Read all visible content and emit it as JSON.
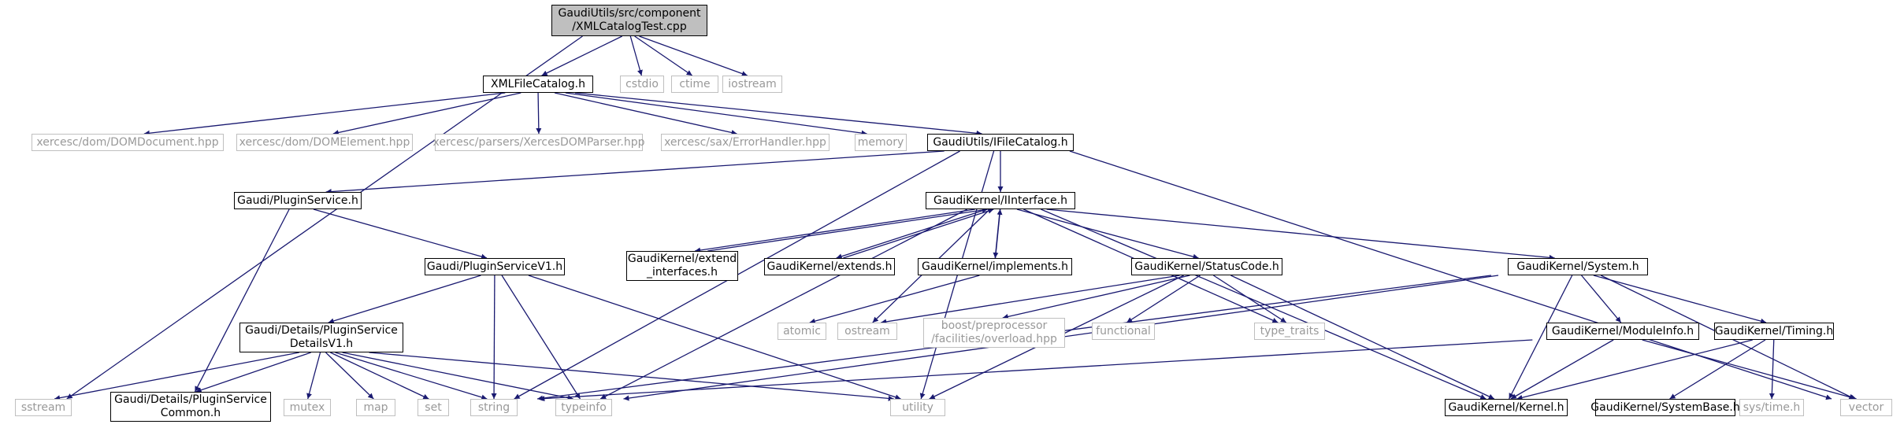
{
  "graph": {
    "edge_color": "#191970",
    "nodes": [
      {
        "id": "root",
        "label": "GaudiUtils/src/component\n/XMLCatalogTest.cpp",
        "kind": "root"
      },
      {
        "id": "xmlfc",
        "label": "XMLFileCatalog.h",
        "kind": "doc"
      },
      {
        "id": "cstdio",
        "label": "cstdio",
        "kind": "std"
      },
      {
        "id": "ctime",
        "label": "ctime",
        "kind": "std"
      },
      {
        "id": "iostream",
        "label": "iostream",
        "kind": "std"
      },
      {
        "id": "domdoc",
        "label": "xercesc/dom/DOMDocument.hpp",
        "kind": "std"
      },
      {
        "id": "domel",
        "label": "xercesc/dom/DOMElement.hpp",
        "kind": "std"
      },
      {
        "id": "xdp",
        "label": "xercesc/parsers/XercesDOMParser.hpp",
        "kind": "std"
      },
      {
        "id": "errh",
        "label": "xercesc/sax/ErrorHandler.hpp",
        "kind": "std"
      },
      {
        "id": "memory",
        "label": "memory",
        "kind": "std"
      },
      {
        "id": "ifc",
        "label": "GaudiUtils/IFileCatalog.h",
        "kind": "doc"
      },
      {
        "id": "ps",
        "label": "Gaudi/PluginService.h",
        "kind": "doc"
      },
      {
        "id": "iint",
        "label": "GaudiKernel/IInterface.h",
        "kind": "doc"
      },
      {
        "id": "psv1",
        "label": "Gaudi/PluginServiceV1.h",
        "kind": "doc"
      },
      {
        "id": "extint",
        "label": "GaudiKernel/extend\n_interfaces.h",
        "kind": "doc"
      },
      {
        "id": "extends",
        "label": "GaudiKernel/extends.h",
        "kind": "doc"
      },
      {
        "id": "impl",
        "label": "GaudiKernel/implements.h",
        "kind": "doc"
      },
      {
        "id": "sc",
        "label": "GaudiKernel/StatusCode.h",
        "kind": "doc"
      },
      {
        "id": "system",
        "label": "GaudiKernel/System.h",
        "kind": "doc"
      },
      {
        "id": "psd",
        "label": "Gaudi/Details/PluginService\nDetailsV1.h",
        "kind": "doc"
      },
      {
        "id": "atomic",
        "label": "atomic",
        "kind": "std"
      },
      {
        "id": "ostream",
        "label": "ostream",
        "kind": "std"
      },
      {
        "id": "boost",
        "label": "boost/preprocessor\n/facilities/overload.hpp",
        "kind": "std"
      },
      {
        "id": "functional",
        "label": "functional",
        "kind": "std"
      },
      {
        "id": "tt",
        "label": "type_traits",
        "kind": "std"
      },
      {
        "id": "modinfo",
        "label": "GaudiKernel/ModuleInfo.h",
        "kind": "doc"
      },
      {
        "id": "timing",
        "label": "GaudiKernel/Timing.h",
        "kind": "doc"
      },
      {
        "id": "sstream",
        "label": "sstream",
        "kind": "std"
      },
      {
        "id": "psc",
        "label": "Gaudi/Details/PluginService\nCommon.h",
        "kind": "doc"
      },
      {
        "id": "mutex",
        "label": "mutex",
        "kind": "std"
      },
      {
        "id": "map",
        "label": "map",
        "kind": "std"
      },
      {
        "id": "set",
        "label": "set",
        "kind": "std"
      },
      {
        "id": "string",
        "label": "string",
        "kind": "std"
      },
      {
        "id": "typeinfo",
        "label": "typeinfo",
        "kind": "std"
      },
      {
        "id": "utility",
        "label": "utility",
        "kind": "std"
      },
      {
        "id": "kernel",
        "label": "GaudiKernel/Kernel.h",
        "kind": "doc"
      },
      {
        "id": "sysbase",
        "label": "GaudiKernel/SystemBase.h",
        "kind": "doc"
      },
      {
        "id": "systime",
        "label": "sys/time.h",
        "kind": "std"
      },
      {
        "id": "vector",
        "label": "vector",
        "kind": "std"
      }
    ],
    "edges": [
      [
        "root",
        "xmlfc"
      ],
      [
        "root",
        "cstdio"
      ],
      [
        "root",
        "ctime"
      ],
      [
        "root",
        "iostream"
      ],
      [
        "root",
        "sstream"
      ],
      [
        "xmlfc",
        "domdoc"
      ],
      [
        "xmlfc",
        "domel"
      ],
      [
        "xmlfc",
        "xdp"
      ],
      [
        "xmlfc",
        "errh"
      ],
      [
        "xmlfc",
        "memory"
      ],
      [
        "xmlfc",
        "ifc"
      ],
      [
        "ifc",
        "ps"
      ],
      [
        "ifc",
        "iint"
      ],
      [
        "ifc",
        "string"
      ],
      [
        "ifc",
        "utility"
      ],
      [
        "ifc",
        "vector"
      ],
      [
        "ps",
        "psv1"
      ],
      [
        "ps",
        "psc"
      ],
      [
        "psv1",
        "psd"
      ],
      [
        "psv1",
        "string"
      ],
      [
        "psv1",
        "typeinfo"
      ],
      [
        "psv1",
        "utility"
      ],
      [
        "psd",
        "psc"
      ],
      [
        "psd",
        "sstream"
      ],
      [
        "psd",
        "mutex"
      ],
      [
        "psd",
        "map"
      ],
      [
        "psd",
        "set"
      ],
      [
        "psd",
        "string"
      ],
      [
        "psd",
        "typeinfo"
      ],
      [
        "psd",
        "utility"
      ],
      [
        "iint",
        "extint"
      ],
      [
        "iint",
        "extends"
      ],
      [
        "iint",
        "impl"
      ],
      [
        "iint",
        "sc"
      ],
      [
        "iint",
        "system"
      ],
      [
        "iint",
        "kernel"
      ],
      [
        "iint",
        "ostream"
      ],
      [
        "iint",
        "tt"
      ],
      [
        "iint",
        "typeinfo"
      ],
      [
        "extint",
        "iint"
      ],
      [
        "extends",
        "iint"
      ],
      [
        "impl",
        "iint"
      ],
      [
        "impl",
        "atomic"
      ],
      [
        "sc",
        "ostream"
      ],
      [
        "sc",
        "boost"
      ],
      [
        "sc",
        "functional"
      ],
      [
        "sc",
        "tt"
      ],
      [
        "sc",
        "utility"
      ],
      [
        "sc",
        "kernel"
      ],
      [
        "system",
        "modinfo"
      ],
      [
        "system",
        "timing"
      ],
      [
        "system",
        "kernel"
      ],
      [
        "system",
        "string"
      ],
      [
        "system",
        "typeinfo"
      ],
      [
        "system",
        "vector"
      ],
      [
        "modinfo",
        "kernel"
      ],
      [
        "modinfo",
        "string"
      ],
      [
        "modinfo",
        "vector"
      ],
      [
        "timing",
        "kernel"
      ],
      [
        "timing",
        "sysbase"
      ],
      [
        "timing",
        "systime"
      ]
    ]
  }
}
